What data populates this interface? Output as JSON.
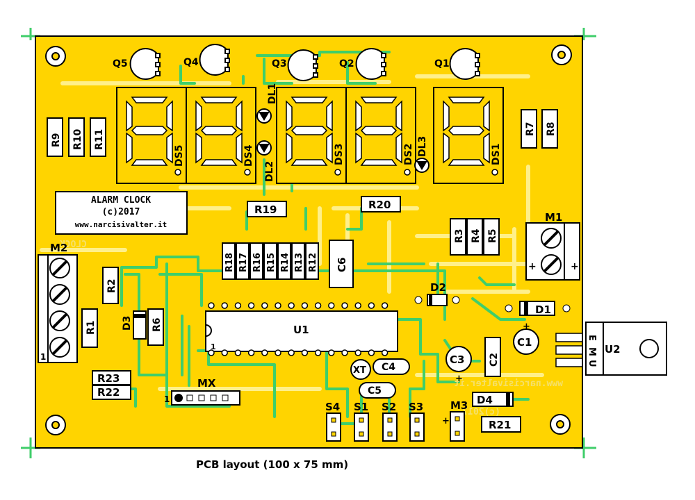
{
  "colors": {
    "board": "#ffd400",
    "track": "#3fce6a",
    "silk": "#000000",
    "pad": "#ffffff",
    "ghost": "#f7e27a"
  },
  "title_box": {
    "line1": "ALARM CLOCK",
    "line2": "(c)2017",
    "line3": "www.narcisivalter.it"
  },
  "mirror_text": {
    "clock": "CLOCK",
    "site": "www.narcisivalter.it",
    "year": "(c)2017"
  },
  "caption": "PCB layout (100 x 75 mm)",
  "labels": {
    "Q5": "Q5",
    "Q4": "Q4",
    "Q3": "Q3",
    "Q2": "Q2",
    "Q1": "Q1",
    "DS5": "DS5",
    "DS4": "DS4",
    "DS3": "DS3",
    "DS2": "DS2",
    "DS1": "DS1",
    "DL1": "DL1",
    "DL2": "DL2",
    "DL3": "DL3",
    "R1": "R1",
    "R2": "R2",
    "R3": "R3",
    "R4": "R4",
    "R5": "R5",
    "R6": "R6",
    "R7": "R7",
    "R8": "R8",
    "R9": "R9",
    "R10": "R10",
    "R11": "R11",
    "R12": "R12",
    "R13": "R13",
    "R14": "R14",
    "R15": "R15",
    "R16": "R16",
    "R17": "R17",
    "R18": "R18",
    "R19": "R19",
    "R20": "R20",
    "R21": "R21",
    "R22": "R22",
    "R23": "R23",
    "M1": "M1",
    "M2": "M2",
    "M3": "M3",
    "MX": "MX",
    "C1": "C1",
    "C2": "C2",
    "C3": "C3",
    "C4": "C4",
    "C5": "C5",
    "C6": "C6",
    "D1": "D1",
    "D2": "D2",
    "D3": "D3",
    "D4": "D4",
    "U1": "U1",
    "U2": "U2",
    "XT": "XT",
    "S1": "S1",
    "S2": "S2",
    "S3": "S3",
    "S4": "S4",
    "plus": "+",
    "one": "1",
    "E": "E",
    "M": "M",
    "U": "U"
  }
}
